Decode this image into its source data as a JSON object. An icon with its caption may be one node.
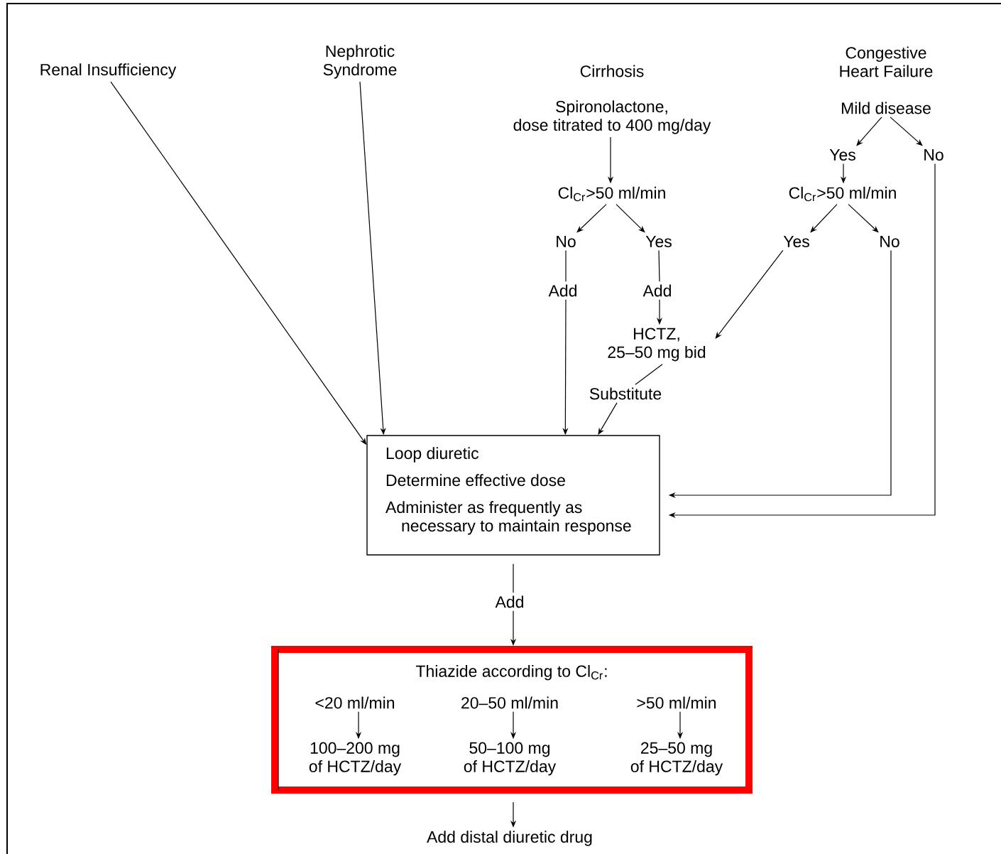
{
  "diagram": {
    "nodes": [
      {
        "text": [
          "Renal Insufficiency"
        ]
      },
      {
        "text": [
          "Nephrotic Syndrome"
        ]
      },
      {
        "text": [
          "Spironolactone, dose titrated to 400 mg/day"
        ]
      },
      {
        "text": [
          "Cl$_{Cr}$>50 ml/min"
        ]
      },
      {
        "text": [
          "No"
        ]
      },
      {
        "text": [
          "Yes"
        ]
      },
      {
        "text": [
          "Add"
        ]
      },
      {
        "text": [
          "Add"
        ]
      },
      {
        "text": [
          "HCTZ, 25–50 mg bid"
        ]
      },
      {
        "text": [
          "Substitute"
        ]
      },
      {
        "text": [
          "Mild disease"
        ]
      },
      {
        "text": [
          "Yes"
        ]
      },
      {
        "text": [
          "No"
        ]
      },
      {
        "text": [
          "Cl$_{Cr}$>50 ml/min"
        ]
      },
      {
        "text": [
          "Yes"
        ]
      },
      {
        "text": [
          "No"
        ]
      },
      {
        "text": [
          "Loop diuretic",
          "Determine effective dose",
          "Administer as frequently as necessary to maintain response"
        ]
      },
      {
        "text": [
          "Add"
        ]
      },
      {
        "text": [
          "Thiazide according to Cl$_{Cr}$:"
        ]
      },
      {
        "text": [
          "<20 ml/min"
        ],
        "in": 18
      },
      {
        "text": [
          "20–50 ml/min"
        ],
        "in": 18
      },
      {
        "text": [
          ">50 ml/min"
        ],
        "in": 18
      },
      {
        "text": [
          "100–200 mg of HCTZ/day"
        ],
        "in": 18
      },
      {
        "text": [
          "50–100 mg of HCTZ/day"
        ],
        "in": 18
      },
      {
        "text": [
          "25–50 mg of HCTZ/day"
        ],
        "in": 18
      },
      {
        "text": [
          "Add distal diuretic drug"
        ]
      }
    ],
    "edges": [
      {
        "from": 0,
        "to": 16,
        "arrow": "to"
      },
      {
        "from": 1,
        "to": 16,
        "arrow": "to"
      },
      {
        "from": 2,
        "to": 3,
        "arrow": "to"
      },
      {
        "from": 3,
        "to": 4,
        "arrow": "to"
      },
      {
        "from": 3,
        "to": 5,
        "arrow": "to"
      },
      {
        "from": 4,
        "to": 6,
        "arrow": "none"
      },
      {
        "from": 5,
        "to": 7,
        "arrow": "none"
      },
      {
        "from": 7,
        "to": 8,
        "arrow": "to"
      },
      {
        "from": 6,
        "to": 16,
        "arrow": "to"
      },
      {
        "from": 8,
        "to": 9,
        "arrow": "none"
      },
      {
        "from": 9,
        "to": 16,
        "arrow": "to"
      },
      {
        "from": 10,
        "to": 11,
        "arrow": "to"
      },
      {
        "from": 10,
        "to": 12,
        "arrow": "to"
      },
      {
        "from": 11,
        "to": 13,
        "arrow": "to"
      },
      {
        "from": 13,
        "to": 14,
        "arrow": "to"
      },
      {
        "from": 13,
        "to": 15,
        "arrow": "to"
      },
      {
        "from": 14,
        "to": 8,
        "arrow": "to"
      },
      {
        "from": 15,
        "to": 16,
        "arrow": "to"
      },
      {
        "from": 12,
        "to": 16,
        "arrow": "to"
      },
      {
        "from": 16,
        "to": 17,
        "arrow": "none"
      },
      {
        "from": 17,
        "to": 18,
        "arrow": "to"
      },
      {
        "from": 19,
        "to": 22,
        "arrow": "to"
      },
      {
        "from": 20,
        "to": 23,
        "arrow": "to"
      },
      {
        "from": 21,
        "to": 24,
        "arrow": "to"
      },
      {
        "from": 18,
        "to": 25,
        "arrow": "to"
      }
    ],
    "labels": [
      "Cirrhosis",
      "Congestive Heart Failure"
    ]
  }
}
